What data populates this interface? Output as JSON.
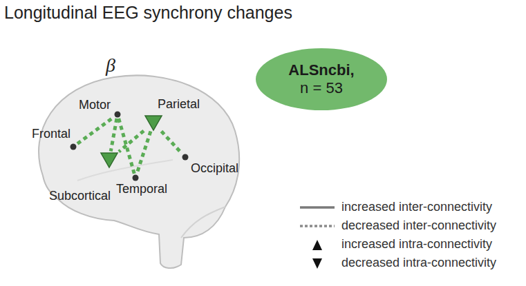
{
  "diagram": {
    "title": "Longitudinal EEG synchrony changes",
    "nodes": [
      {
        "text": [
          "ALSncbi,",
          "n = 53"
        ]
      },
      {
        "text": [
          "Motor"
        ]
      },
      {
        "text": [
          "Parietal"
        ]
      },
      {
        "text": [
          "Frontal"
        ]
      },
      {
        "text": [
          "Occipital"
        ]
      },
      {
        "text": [
          "Subcortical"
        ]
      },
      {
        "text": [
          "Temporal"
        ]
      }
    ],
    "edges": [
      {
        "from": 3,
        "to": 1,
        "arrow": "none"
      },
      {
        "from": 1,
        "to": 5,
        "arrow": "none"
      },
      {
        "from": 1,
        "to": 6,
        "arrow": "none"
      },
      {
        "from": 2,
        "to": 5,
        "arrow": "none"
      },
      {
        "from": 2,
        "to": 6,
        "arrow": "none"
      },
      {
        "from": 2,
        "to": 4,
        "arrow": "none"
      }
    ],
    "labels": [
      "β"
    ],
    "legend": [
      {
        "text": "increased inter-connectivity"
      },
      {
        "text": "decreased inter-connectivity"
      },
      {
        "text": "increased intra-connectivity"
      },
      {
        "text": "decreased intra-connectivity"
      }
    ]
  }
}
